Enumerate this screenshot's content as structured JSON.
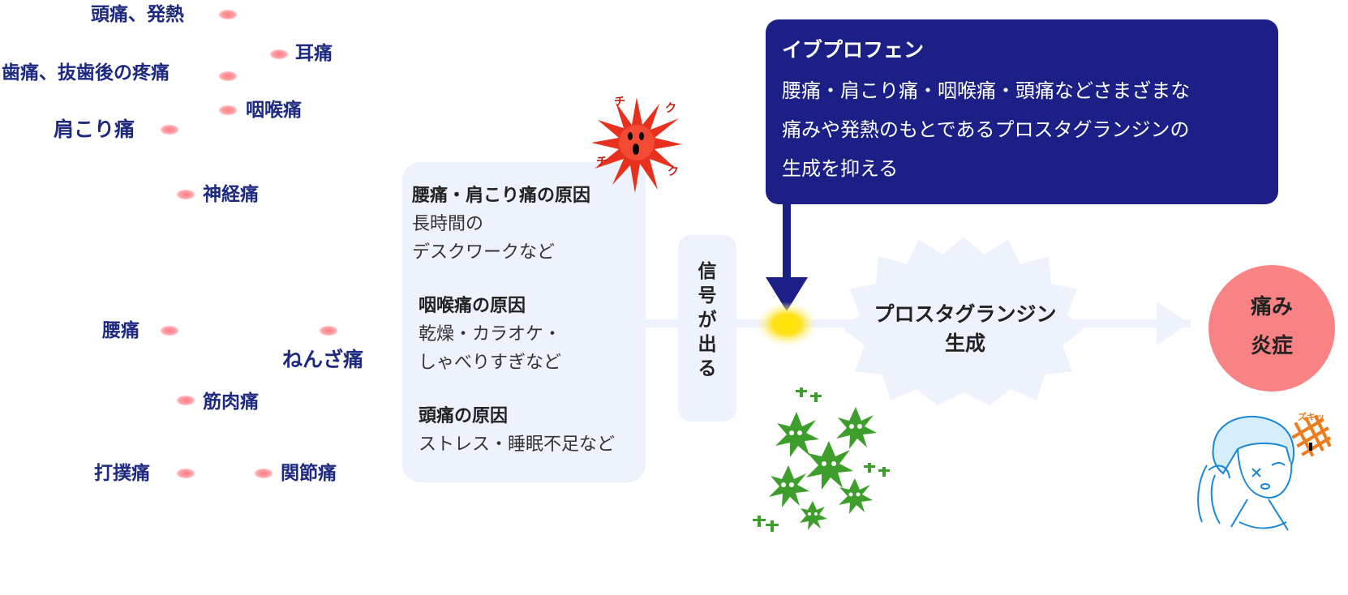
{
  "pain_list": [
    {
      "id": "headache-fever",
      "label": "頭痛、発熱"
    },
    {
      "id": "ear-pain",
      "label": "耳痛"
    },
    {
      "id": "tooth-pain",
      "label": "歯痛、抜歯後の疼痛"
    },
    {
      "id": "throat-pain",
      "label": "咽喉痛"
    },
    {
      "id": "shoulder-pain",
      "label": "肩こり痛"
    },
    {
      "id": "nerve-pain",
      "label": "神経痛"
    },
    {
      "id": "lower-back-pain",
      "label": "腰痛"
    },
    {
      "id": "sprain-pain",
      "label": "ねんざ痛"
    },
    {
      "id": "muscle-pain",
      "label": "筋肉痛"
    },
    {
      "id": "bruise-pain",
      "label": "打撲痛"
    },
    {
      "id": "joint-pain",
      "label": "関節痛"
    }
  ],
  "causes": {
    "back_shoulder": {
      "title": "腰痛・肩こり痛の原因",
      "line1": "長時間の",
      "line2": "デスクワークなど"
    },
    "throat": {
      "title": "咽喉痛の原因",
      "line1": "乾燥・カラオケ・",
      "line2": "しゃべりすぎなど"
    },
    "headache": {
      "title": "頭痛の原因",
      "line1": "ストレス・睡眠不足など"
    }
  },
  "signal": {
    "text": [
      "信",
      "号",
      "が",
      "出",
      "る"
    ]
  },
  "ibuprofen": {
    "title": "イブプロフェン",
    "line1": "腰痛・肩こり痛・咽喉痛・頭痛などさまざまな",
    "line2": "痛みや発熱のもとであるプロスタグランジンの",
    "line3": "生成を抑える"
  },
  "prostaglandin": {
    "line1": "プロスタグランジン",
    "line2": "生成"
  },
  "result": {
    "line1": "痛み",
    "line2": "炎症"
  },
  "illustration_sfx": {
    "chikuchiku": [
      "チ",
      "ク",
      "チ",
      "ク"
    ],
    "zukizuki": "ズキッ"
  },
  "colors": {
    "navy": "#1c1f86",
    "label_blue": "#1e2a80",
    "panel": "#eef2fd",
    "result": "#f98384",
    "virus_green": "#3d9e2b",
    "red_virus": "#e8301e"
  }
}
